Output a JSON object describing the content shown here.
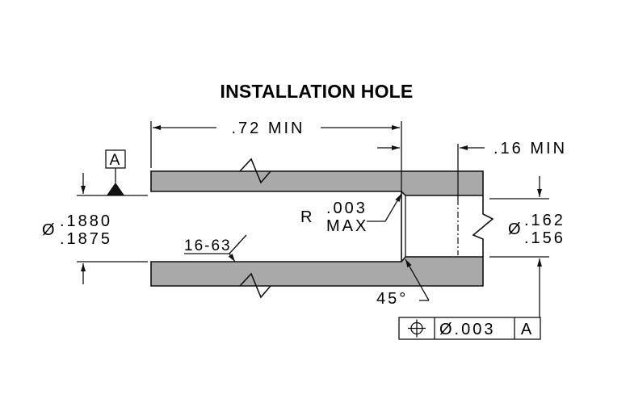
{
  "title": "INSTALLATION HOLE",
  "colors": {
    "material": "#a9a9a9",
    "line": "#111111",
    "background": "#ffffff"
  },
  "dimensions": {
    "depth": ".72 MIN",
    "chamfer_offset": ".16 MIN",
    "hole_dia_prefix": "Ø",
    "hole_dia_max": ".1880",
    "hole_dia_min": ".1875",
    "thru_dia_prefix": "Ø",
    "thru_dia_max": ".162",
    "thru_dia_min": ".156",
    "corner_radius_prefix": "R",
    "corner_radius_value": ".003",
    "corner_radius_note": "MAX",
    "finish": "16-63",
    "chamfer_angle": "45°"
  },
  "datum": {
    "label": "A"
  },
  "feature_control_frame": {
    "symbol": "position-icon",
    "tolerance": "Ø.003",
    "datum": "A"
  }
}
